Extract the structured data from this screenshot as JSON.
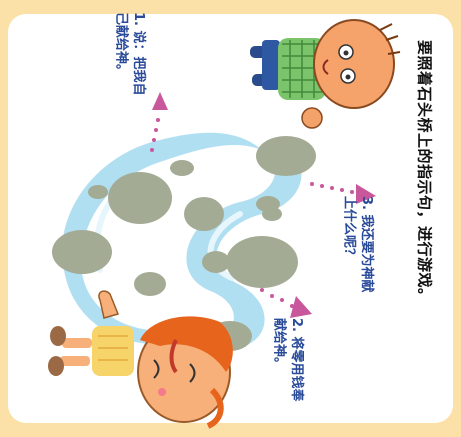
{
  "title": "要照着石头桥上的指示句，进行游戏。",
  "instructions": [
    "1. 说：把我自己献给神。",
    "2. 将零用钱奉献给神。",
    "3. 我还要为神献上什么呢？"
  ],
  "colors": {
    "background": "#fbe1a8",
    "card": "#ffffff",
    "river": "#9fd8ef",
    "stone": "#a7ae98",
    "arrow": "#c9579c",
    "text": "#2a4a9a"
  }
}
